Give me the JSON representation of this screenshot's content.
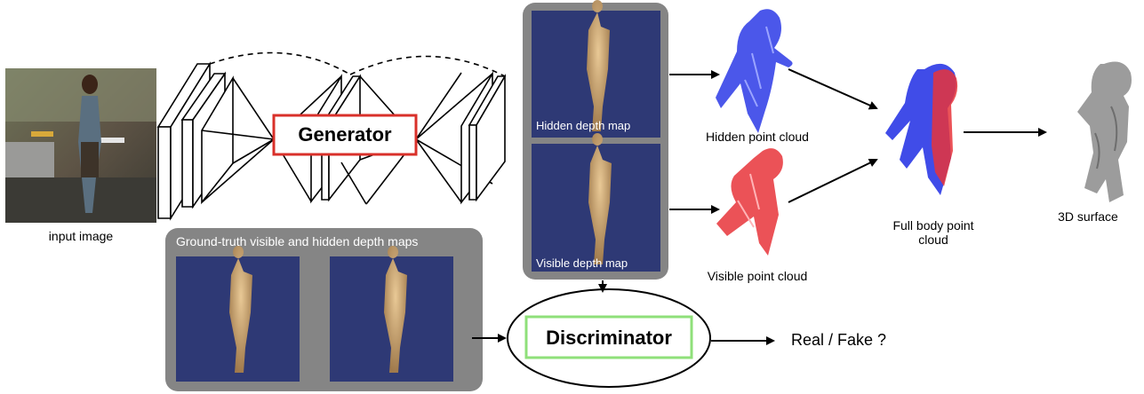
{
  "labels": {
    "input_image": "input image",
    "generator": "Generator",
    "hidden_depth_map": "Hidden depth map",
    "visible_depth_map": "Visible depth map",
    "hidden_point_cloud": "Hidden point cloud",
    "visible_point_cloud": "Visible point cloud",
    "full_body_point_cloud": "Full body point cloud",
    "surface_3d": "3D surface",
    "ground_truth": "Ground-truth visible and hidden depth maps",
    "discriminator": "Discriminator",
    "real_fake": "Real / Fake ?"
  },
  "colors": {
    "depth_map_bg": "#2e3975",
    "panel_gray": "#858585",
    "generator_border": "#d9302a",
    "discriminator_border": "#8fe07a",
    "hidden_cloud": "#2b39e6",
    "visible_cloud": "#e8343a"
  }
}
